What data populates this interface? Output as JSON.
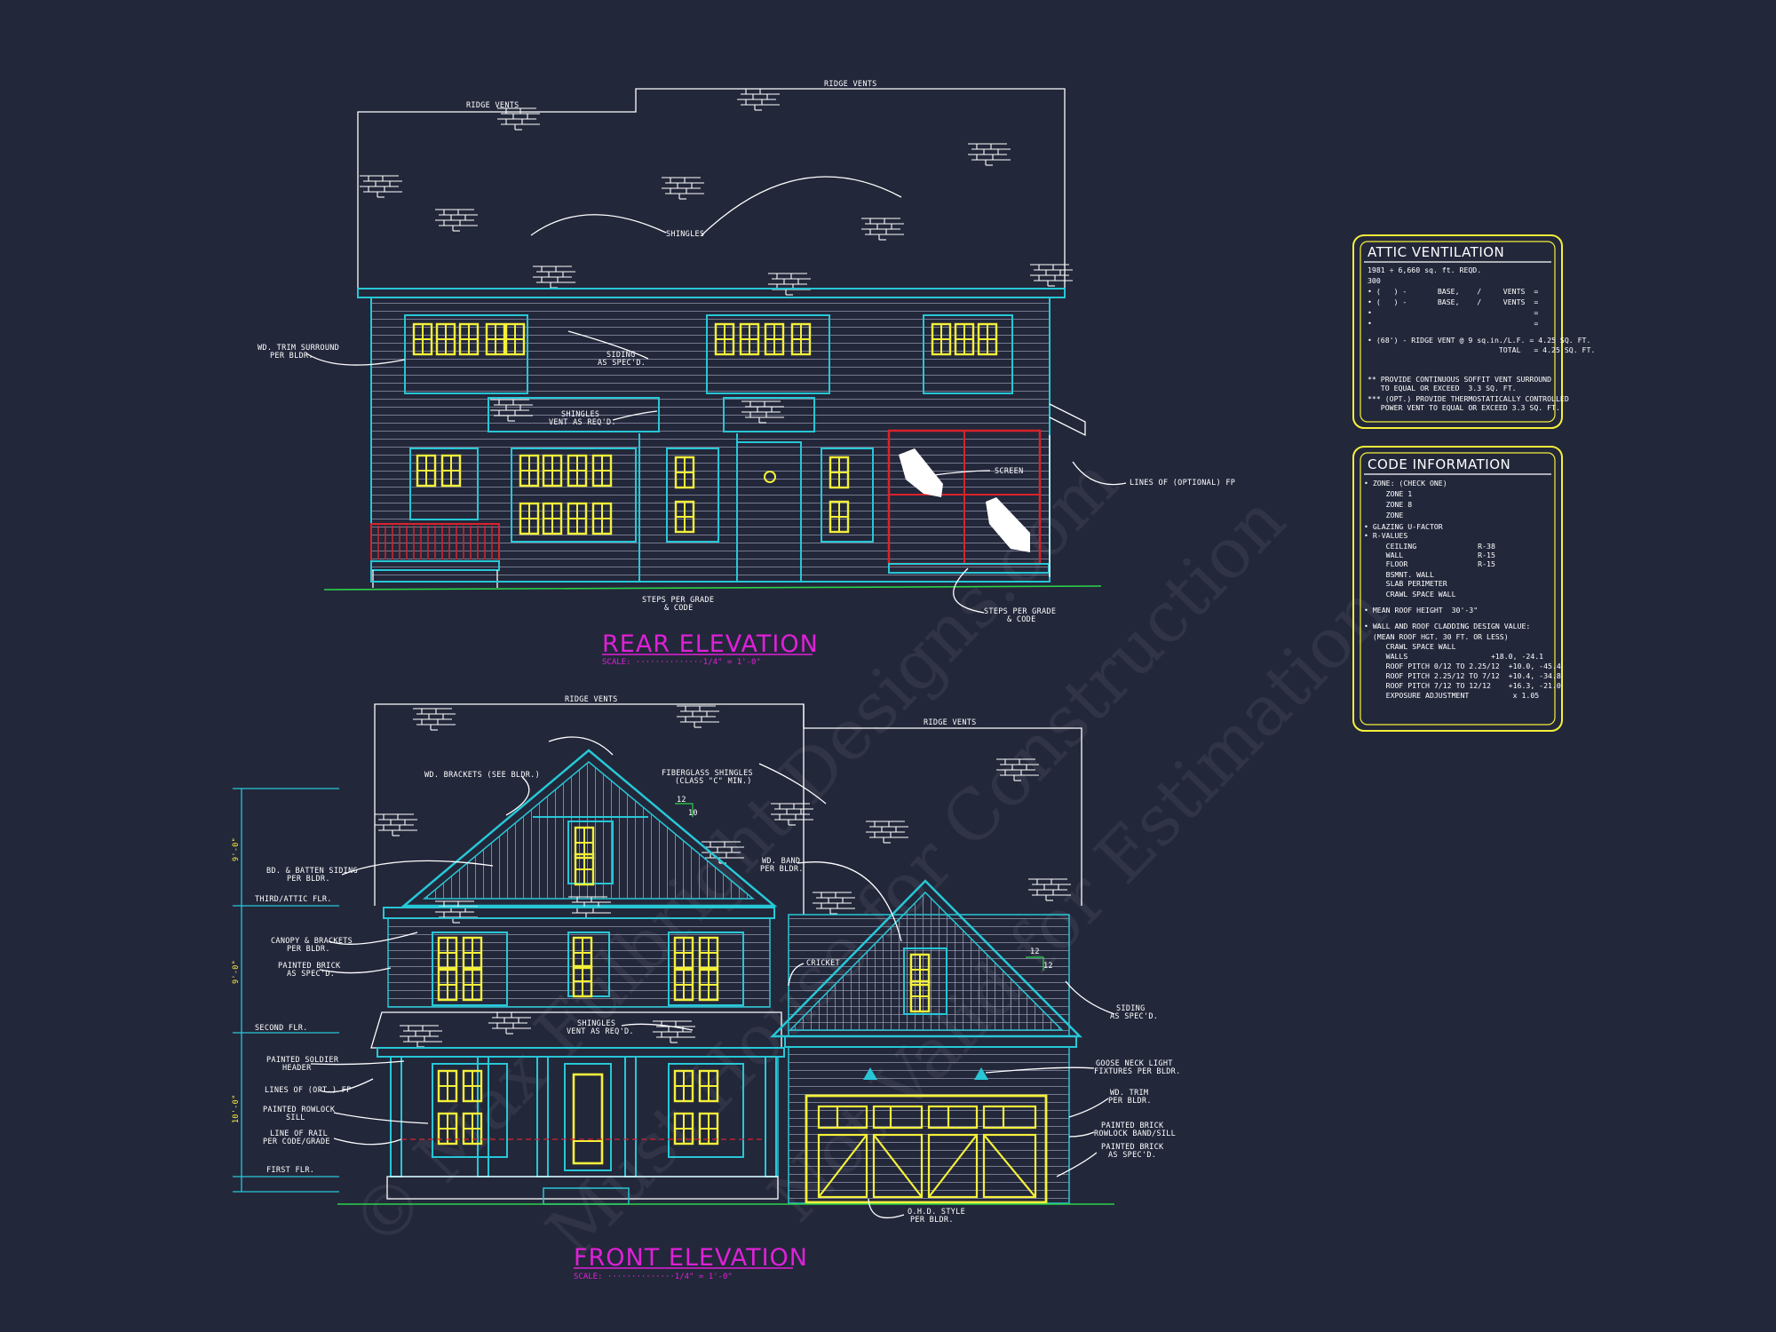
{
  "rear": {
    "title": "REAR ELEVATION",
    "scale": "SCALE: ··············1/4\" = 1'-0\"",
    "labels": {
      "ridge_vents_1": "RIDGE VENTS",
      "ridge_vents_2": "RIDGE VENTS",
      "shingles": "SHINGLES",
      "trim1": "WD. TRIM SURROUND",
      "trim2": "PER BLDR.",
      "siding1": "SIDING",
      "siding2": "AS SPEC'D.",
      "vent1": "SHINGLES",
      "vent2": "VENT AS REQ'D.",
      "screen": "SCREEN",
      "fp": "LINES OF (OPTIONAL) FP",
      "steps1a": "STEPS PER GRADE",
      "steps1b": "& CODE",
      "steps2a": "STEPS PER GRADE",
      "steps2b": "& CODE"
    }
  },
  "front": {
    "title": "FRONT ELEVATION",
    "scale": "SCALE: ··············1/4\" = 1'-0\"",
    "labels": {
      "ridge_vents_1": "RIDGE VENTS",
      "ridge_vents_2": "RIDGE VENTS",
      "brackets": "WD. BRACKETS (SEE BLDR.)",
      "fiber1": "FIBERGLASS SHINGLES",
      "fiber2": "(CLASS \"C\" MIN.)",
      "batten1": "BD. & BATTEN SIDING",
      "batten2": "PER BLDR.",
      "band1": "WD. BAND",
      "band2": "PER BLDR.",
      "third": "THIRD/ATTIC FLR.",
      "canopy1": "CANOPY & BRACKETS",
      "canopy2": "PER BLDR.",
      "brick1": "PAINTED BRICK",
      "brick2": "AS SPEC'D.",
      "cricket": "CRICKET",
      "siding1": "SIDING",
      "siding2": "AS SPEC'D.",
      "second": "SECOND FLR.",
      "vent1": "SHINGLES",
      "vent2": "VENT AS REQ'D.",
      "soldier1": "PAINTED SOLDIER",
      "soldier2": "HEADER",
      "optfp": "LINES OF (OPT.) FP",
      "rowlock1": "PAINTED ROWLOCK",
      "rowlock2": "SILL",
      "rail1": "LINE OF RAIL",
      "rail2": "PER CODE/GRADE",
      "first": "FIRST FLR.",
      "goose1": "GOOSE NECK LIGHT",
      "goose2": "FIXTURES PER BLDR.",
      "trim1": "WD. TRIM",
      "trim2": "PER BLDR.",
      "band_brick1": "PAINTED BRICK",
      "band_brick2": "ROWLOCK BAND/SILL",
      "pbrick1": "PAINTED BRICK",
      "pbrick2": "AS SPEC'D.",
      "ohd1": "O.H.D. STYLE",
      "ohd2": "PER BLDR.",
      "dim1": "9'-0\"",
      "dim2": "9'-0\"",
      "dim3": "10'-0\"",
      "pitch_num": "12",
      "pitch_den": "10",
      "pitch2_num": "12",
      "pitch2_den": "12"
    }
  },
  "attic": {
    "title": "ATTIC VENTILATION",
    "lines": [
      "1981 ÷ 6,660 sq. ft. REQD.",
      "300",
      "• (   ) -       BASE,    /     VENTS  =",
      "• (   ) -       BASE,    /     VENTS  =",
      "•                                     =",
      "•                                     =",
      "• (68') - RIDGE VENT @ 9 sq.in./L.F. = 4.25 SQ. FT.",
      "                              TOTAL   = 4.25 SQ. FT.",
      "",
      "** PROVIDE CONTINUOUS SOFFIT VENT SURROUND",
      "   TO EQUAL OR EXCEED  3.3 SQ. FT.",
      "*** (OPT.) PROVIDE THERMOSTATICALLY CONTROLLED",
      "   POWER VENT TO EQUAL OR EXCEED 3.3 SQ. FT."
    ]
  },
  "code": {
    "title": "CODE INFORMATION",
    "lines": [
      "• ZONE: (CHECK ONE)",
      "     ZONE 1",
      "     ZONE 8",
      "     ZONE",
      "• GLAZING U-FACTOR",
      "• R-VALUES",
      "     CEILING              R-38",
      "     WALL                 R-15",
      "     FLOOR                R-15",
      "     BSMNT. WALL",
      "     SLAB PERIMETER",
      "     CRAWL SPACE WALL",
      "",
      "• MEAN ROOF HEIGHT  30'-3\"",
      "",
      "• WALL AND ROOF CLADDING DESIGN VALUE:",
      "  (MEAN ROOF HGT. 30 FT. OR LESS)",
      "     CRAWL SPACE WALL",
      "     WALLS                   +18.0, -24.1",
      "     ROOF PITCH 0/12 TO 2.25/12  +10.0, -45.4",
      "     ROOF PITCH 2.25/12 TO 7/12  +10.4, -34.8",
      "     ROOF PITCH 7/12 TO 12/12    +16.3, -21.0",
      "     EXPOSURE ADJUSTMENT          x 1.05"
    ]
  },
  "watermark": {
    "line1": "© Max Fulbright Designs.com",
    "line2": "Must House for Construction",
    "line3": "Not Valid for Estimation"
  },
  "colors": {
    "background": "#23273a",
    "cyan": "#27c7d6",
    "yellow": "#f4f03a",
    "magenta": "#e020d8",
    "red": "#d8232c",
    "green": "#2bd34a"
  }
}
